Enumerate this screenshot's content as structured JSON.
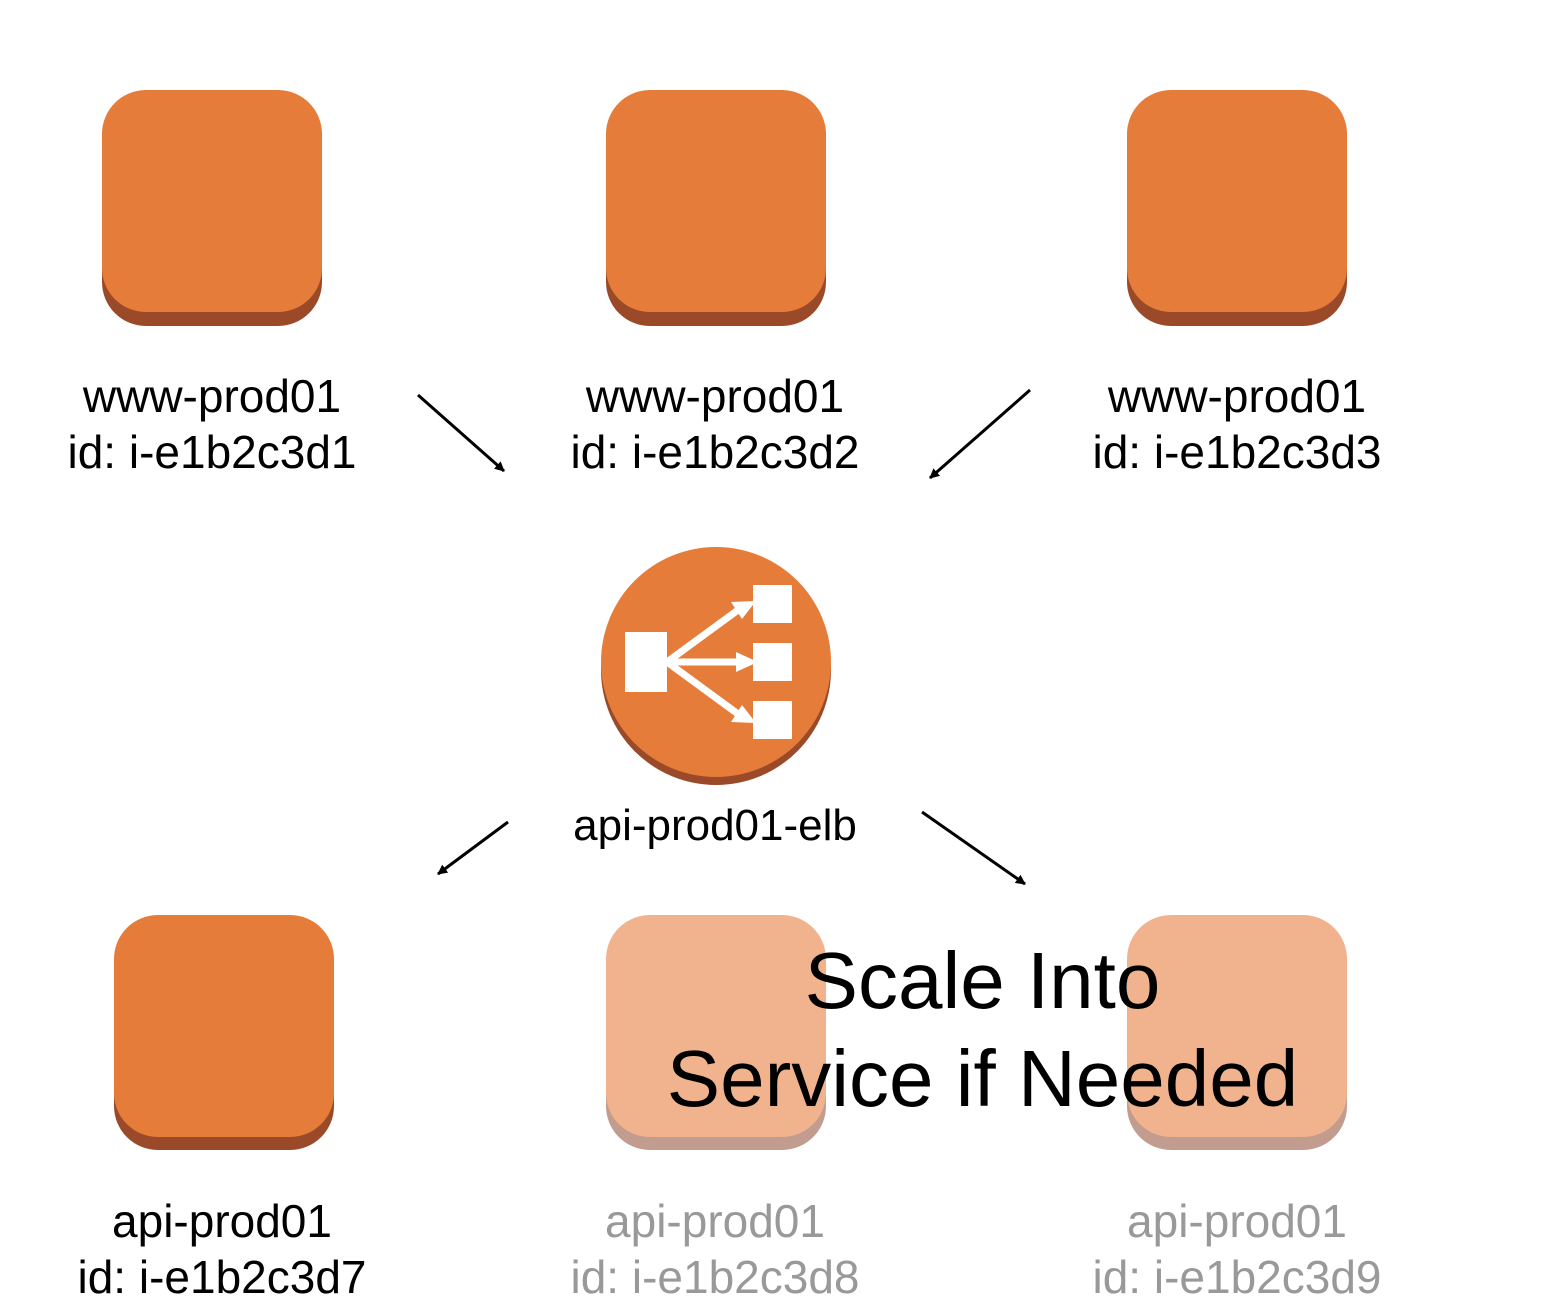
{
  "colors": {
    "instance_fill": "#E67C3A",
    "instance_shadow": "#9A4A28",
    "instance_fill_faded": "#F0B38E",
    "instance_shadow_faded": "#C29C8E",
    "label_text": "#000000",
    "label_text_faded": "#999999",
    "arrow": "#000000"
  },
  "web_instances": [
    {
      "name": "www-prod01",
      "id": "id: i-e1b2c3d1"
    },
    {
      "name": "www-prod01",
      "id": "id: i-e1b2c3d2"
    },
    {
      "name": "www-prod01",
      "id": "id: i-e1b2c3d3"
    }
  ],
  "load_balancer": {
    "name": "api-prod01-elb",
    "icon": "load-balancer-icon"
  },
  "api_instances": [
    {
      "name": "api-prod01",
      "id": "id: i-e1b2c3d7",
      "active": true
    },
    {
      "name": "api-prod01",
      "id": "id: i-e1b2c3d8",
      "active": false
    },
    {
      "name": "api-prod01",
      "id": "id: i-e1b2c3d9",
      "active": false
    }
  ],
  "scale_note": {
    "line1": "Scale Into",
    "line2": "Service if Needed"
  }
}
